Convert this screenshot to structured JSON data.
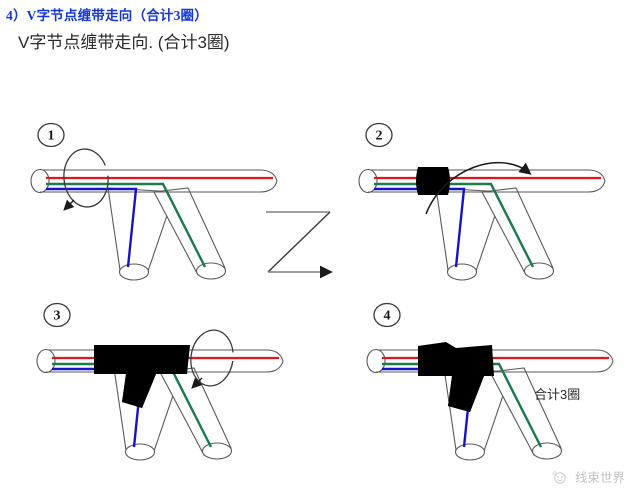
{
  "document": {
    "heading_primary": "4）V字节点缠带走向（合计3圈）",
    "heading_secondary": "V字节点缠带走向. (合计3圈)"
  },
  "colors": {
    "heading_primary": "#1438d8",
    "heading_secondary": "#2b2b2b",
    "wire_red": "#e8131a",
    "wire_green": "#1d7a4d",
    "wire_blue": "#1414cd",
    "tube_outline": "#5a5a5a",
    "tape_black": "#000000",
    "arrow_black": "#1a1a1a",
    "watermark": "#6c6c6c"
  },
  "wires": [
    {
      "name": "red-wire",
      "color": "#e8131a",
      "route": "main-trunk"
    },
    {
      "name": "green-wire",
      "color": "#1d7a4d",
      "route": "right-branch"
    },
    {
      "name": "blue-wire",
      "color": "#1414cd",
      "route": "left-branch"
    }
  ],
  "panels": [
    {
      "id": "panel-1",
      "badge": "1",
      "caption": "",
      "tape_state": "none",
      "rotation_marker": "ellipse-loop-left",
      "description": "未缠带的V字节点，红绿蓝三根导线分别走主干与左右分支"
    },
    {
      "id": "panel-2",
      "badge": "2",
      "caption": "",
      "tape_state": "first-wrap",
      "rotation_marker": "arc-sweep-over-top",
      "description": "第一圈：在节点左侧主干起缠"
    },
    {
      "id": "panel-3",
      "badge": "3",
      "caption": "",
      "tape_state": "second-wrap",
      "rotation_marker": "ellipse-loop-right",
      "description": "第二圈：缠带向右覆盖至分叉口"
    },
    {
      "id": "panel-4",
      "badge": "4",
      "caption": "合计3圈",
      "tape_state": "third-wrap-complete",
      "rotation_marker": "none",
      "description": "第三圈完成，节点全部包覆"
    }
  ],
  "annotations": {
    "flow_connector": "Z",
    "total_turns_label": "合计3圈"
  },
  "watermark": {
    "label": "线束世界",
    "icon": "smiley-logo-icon"
  }
}
